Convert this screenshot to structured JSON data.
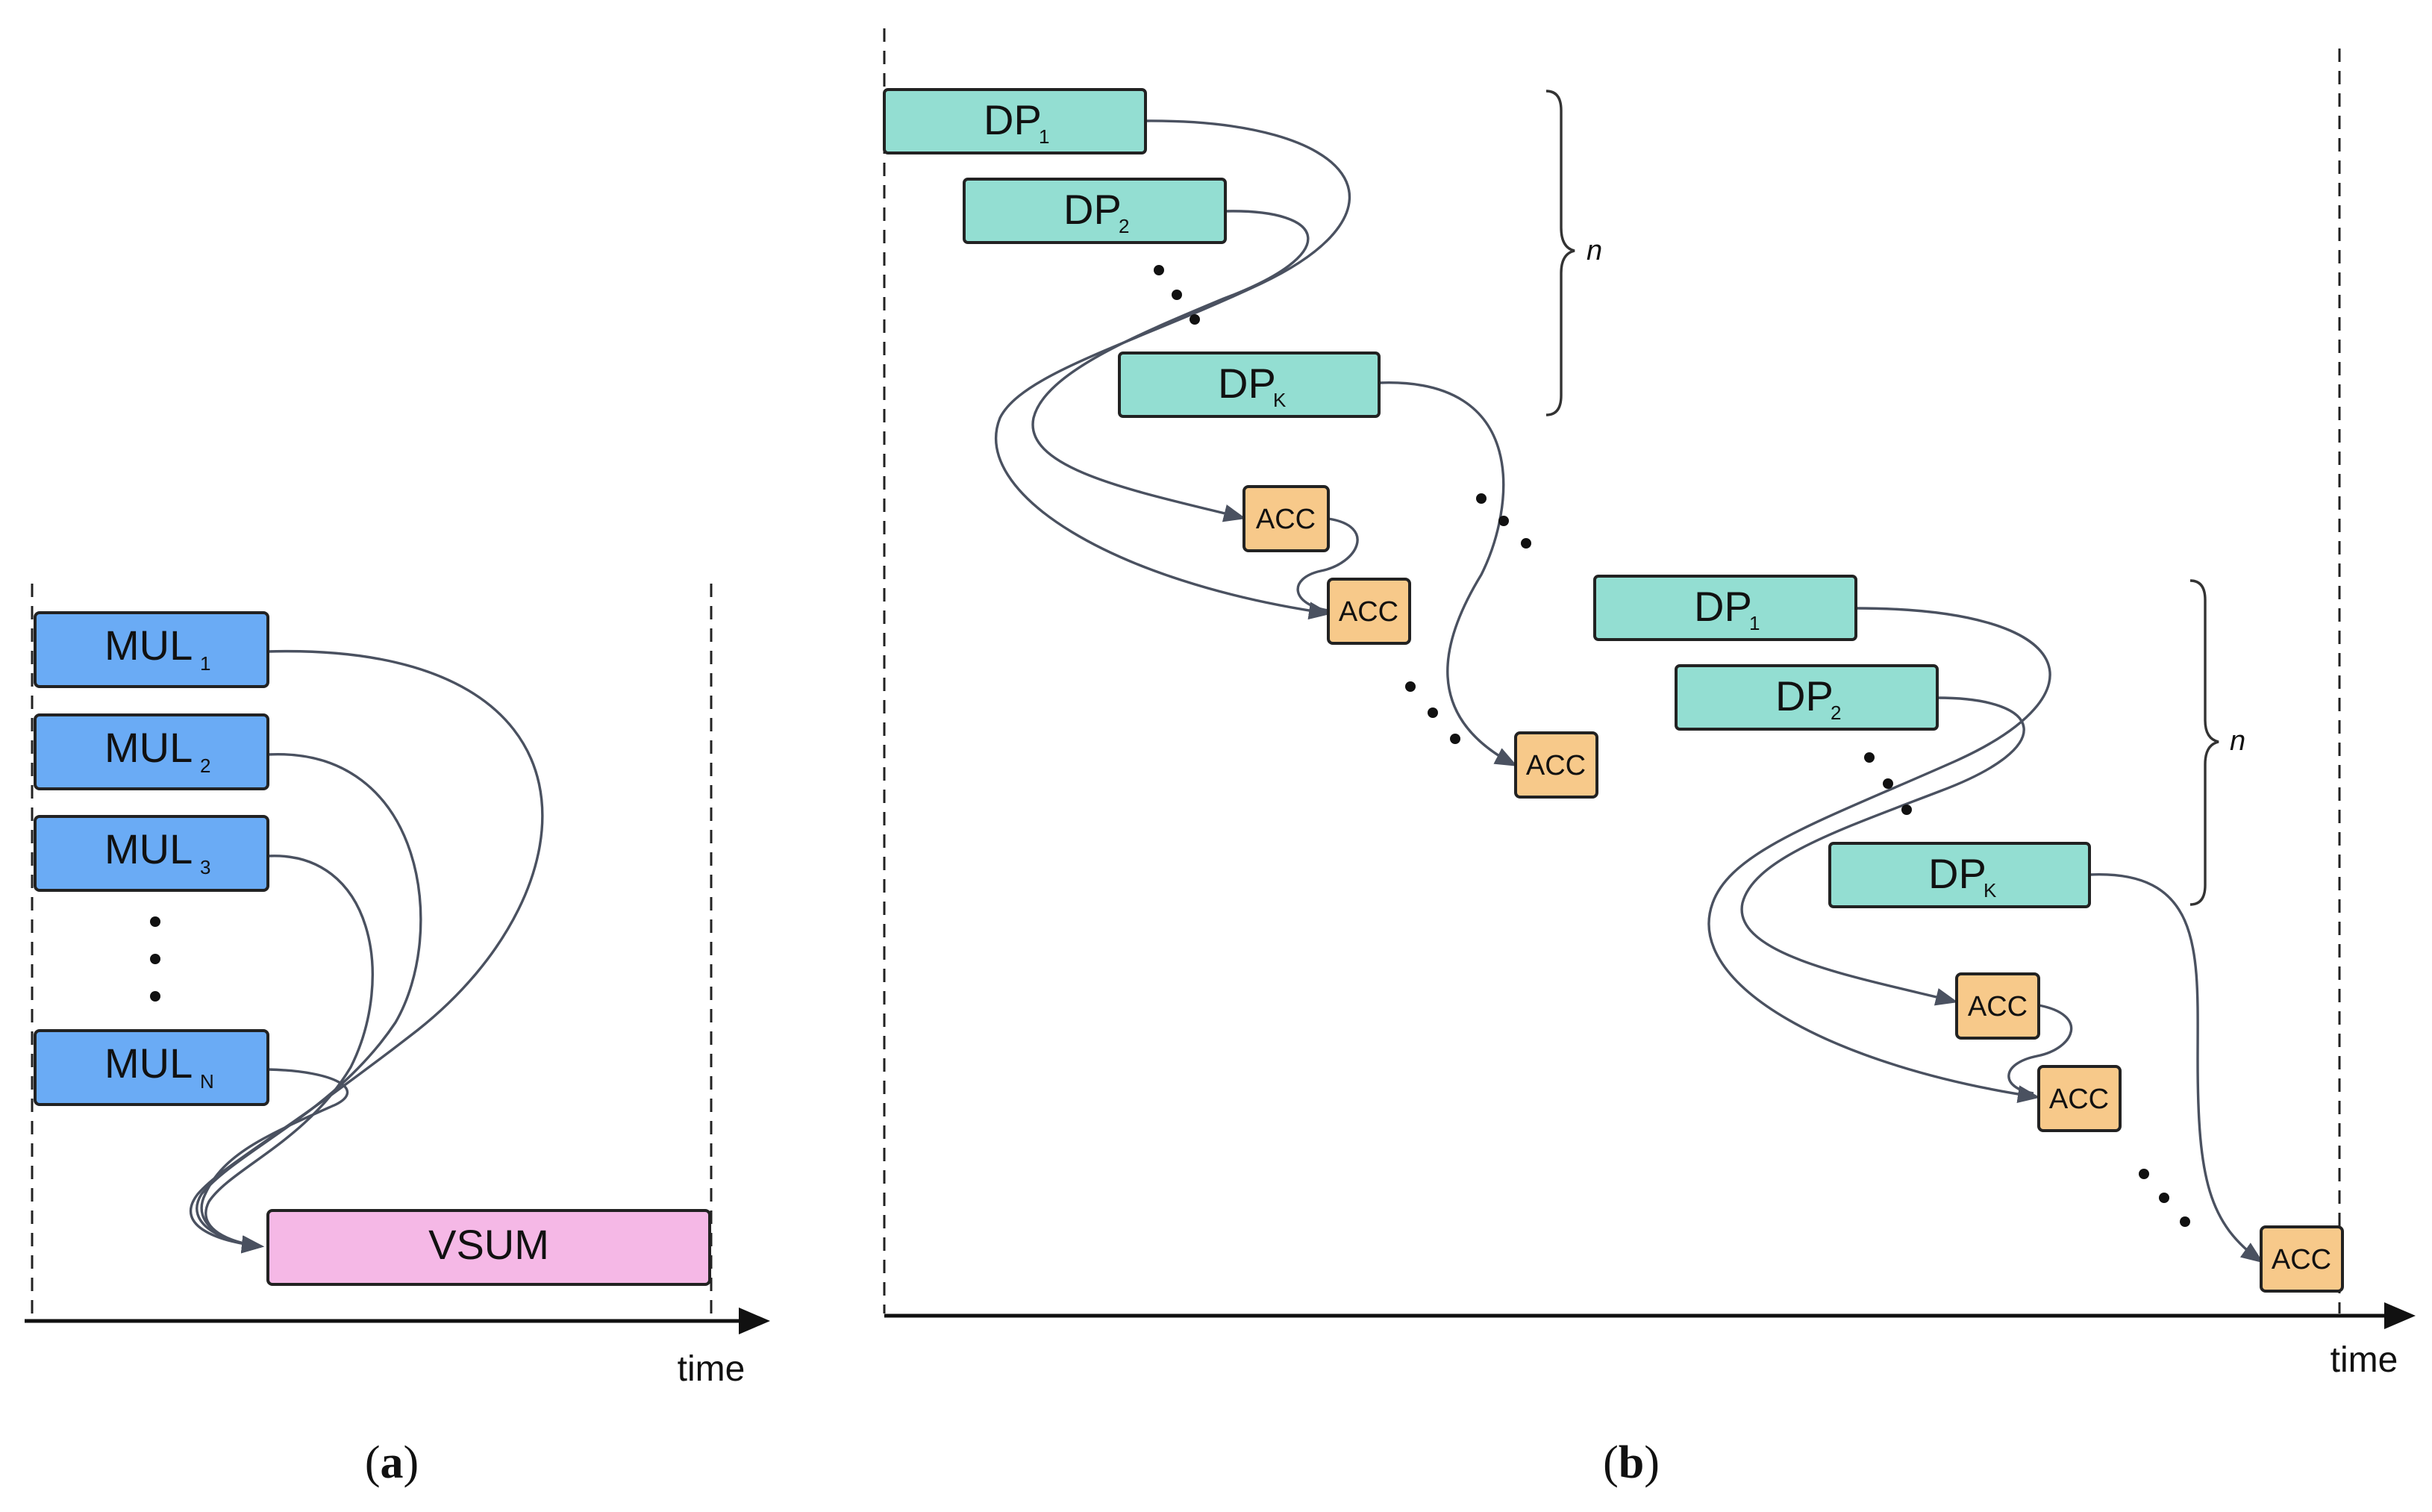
{
  "panel_a": {
    "caption_open": "(",
    "caption_letter": "a",
    "caption_close": ")",
    "axis_label": "time",
    "blocks": [
      {
        "text": "MUL",
        "sub": "1"
      },
      {
        "text": "MUL",
        "sub": "2"
      },
      {
        "text": "MUL",
        "sub": "3"
      },
      {
        "text": "MUL",
        "sub": "N"
      }
    ],
    "vsum": "VSUM"
  },
  "panel_b": {
    "caption_open": "(",
    "caption_letter": "b",
    "caption_close": ")",
    "axis_label": "time",
    "group1": {
      "dp": [
        {
          "text": "DP",
          "sub": "1"
        },
        {
          "text": "DP",
          "sub": "2"
        },
        {
          "text": "DP",
          "sub": "K"
        }
      ],
      "brace_label": "n",
      "acc": [
        "ACC",
        "ACC",
        "ACC"
      ]
    },
    "group2": {
      "dp": [
        {
          "text": "DP",
          "sub": "1"
        },
        {
          "text": "DP",
          "sub": "2"
        },
        {
          "text": "DP",
          "sub": "K"
        }
      ],
      "brace_label": "n",
      "acc": [
        "ACC",
        "ACC",
        "ACC"
      ]
    }
  },
  "colors": {
    "mul_fill": "#6aabf5",
    "vsum_fill": "#f5b8e6",
    "dp_fill": "#93ded2",
    "acc_fill": "#f7c98a",
    "box_stroke": "#222222",
    "connector": "#4a5160"
  }
}
